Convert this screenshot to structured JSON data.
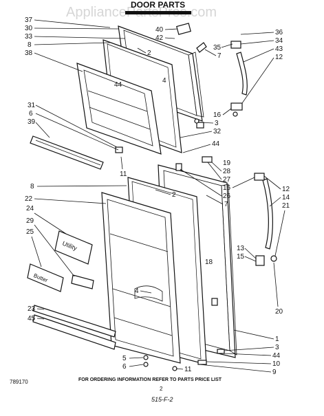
{
  "header": {
    "title": "DOOR PARTS",
    "watermark": "AppliancePartsPros.com"
  },
  "labels": {
    "callouts": [
      "37",
      "30",
      "33",
      "8",
      "38",
      "40",
      "42",
      "2",
      "4",
      "44",
      "36",
      "34",
      "43",
      "12",
      "35",
      "7",
      "16",
      "3",
      "32",
      "31",
      "6",
      "39",
      "44",
      "11",
      "19",
      "28",
      "27",
      "16",
      "26",
      "7",
      "12",
      "14",
      "21",
      "8",
      "2",
      "22",
      "24",
      "29",
      "25",
      "4",
      "18",
      "13",
      "15",
      "20",
      "1",
      "3",
      "44",
      "10",
      "9",
      "23",
      "45",
      "5",
      "6",
      "11"
    ],
    "badges": [
      "Utility",
      "Butter"
    ]
  },
  "footer": {
    "part_code": "789170",
    "instruction": "FOR ORDERING INFORMATION REFER TO PARTS PRICE LIST",
    "page_number": "2",
    "handwritten_note": "515-F-2"
  }
}
